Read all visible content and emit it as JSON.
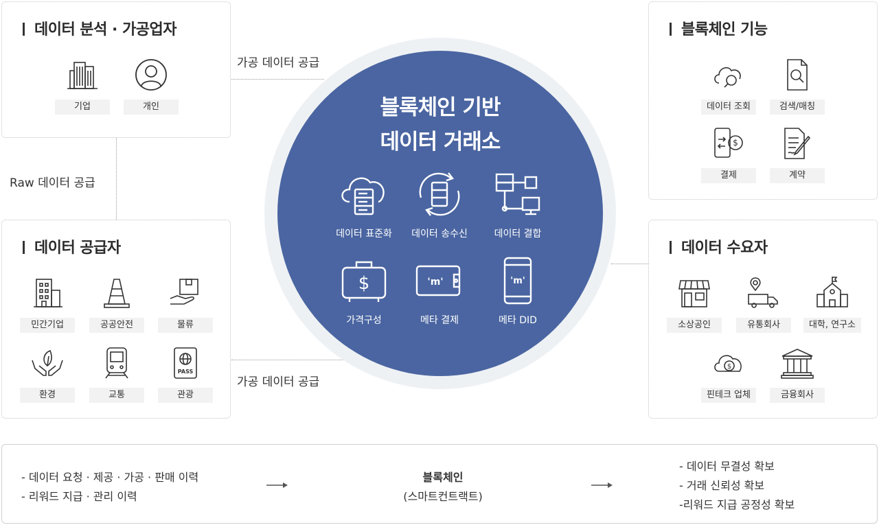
{
  "center": {
    "title_line1": "블록체인 기반",
    "title_line2": "데이터 거래소",
    "features": [
      {
        "icon": "cloud-server-icon",
        "label": "데이터 표준화"
      },
      {
        "icon": "server-sync-icon",
        "label": "데이터 송수신"
      },
      {
        "icon": "server-network-icon",
        "label": "데이터 결합"
      },
      {
        "icon": "dollar-case-icon",
        "label": "가격구성"
      },
      {
        "icon": "wallet-icon",
        "label": "메타 결제"
      },
      {
        "icon": "mobile-id-icon",
        "label": "메타 DID"
      }
    ]
  },
  "analyst": {
    "title": "데이터 분석 · 가공업자",
    "items": [
      {
        "icon": "building-icon",
        "label": "기업"
      },
      {
        "icon": "person-icon",
        "label": "개인"
      }
    ]
  },
  "supplier": {
    "title": "데이터 공급자",
    "items": [
      {
        "icon": "office-building-icon",
        "label": "민간기업"
      },
      {
        "icon": "traffic-cone-icon",
        "label": "공공안전"
      },
      {
        "icon": "package-hand-icon",
        "label": "물류"
      },
      {
        "icon": "eco-hands-icon",
        "label": "환경"
      },
      {
        "icon": "train-icon",
        "label": "교통"
      },
      {
        "icon": "passport-icon",
        "label": "관광"
      }
    ]
  },
  "blockchain": {
    "title": "블록체인 기능",
    "items": [
      {
        "icon": "cloud-search-icon",
        "label": "데이터 조회"
      },
      {
        "icon": "document-search-icon",
        "label": "검색/매칭"
      },
      {
        "icon": "mobile-payment-icon",
        "label": "결제"
      },
      {
        "icon": "contract-icon",
        "label": "계약"
      }
    ]
  },
  "consumer": {
    "title": "데이터 수요자",
    "items": [
      {
        "icon": "store-icon",
        "label": "소상공인"
      },
      {
        "icon": "delivery-truck-icon",
        "label": "유통회사"
      },
      {
        "icon": "school-icon",
        "label": "대학, 연구소"
      },
      {
        "icon": "cloud-dollar-icon",
        "label": "핀테크 업체"
      },
      {
        "icon": "bank-icon",
        "label": "금융회사"
      }
    ]
  },
  "flows": {
    "processed_top": "가공 데이터 공급",
    "raw": "Raw 데이터 공급",
    "processed_bottom": "가공 데이터 공급"
  },
  "bottom": {
    "left": [
      "- 데이터 요청 · 제공 · 가공 · 판매 이력",
      "- 리워드 지급 · 관리 이력"
    ],
    "middle_title": "블록체인",
    "middle_sub": "(스마트컨트랙트)",
    "right": [
      "- 데이터 무결성 확보",
      "- 거래 신뢰성 확보",
      "-리워드 지급 공정성 확보"
    ]
  },
  "colors": {
    "circle": "#4a65a1",
    "ring": "#eef1f4",
    "label_bg": "#f2f2f2"
  }
}
